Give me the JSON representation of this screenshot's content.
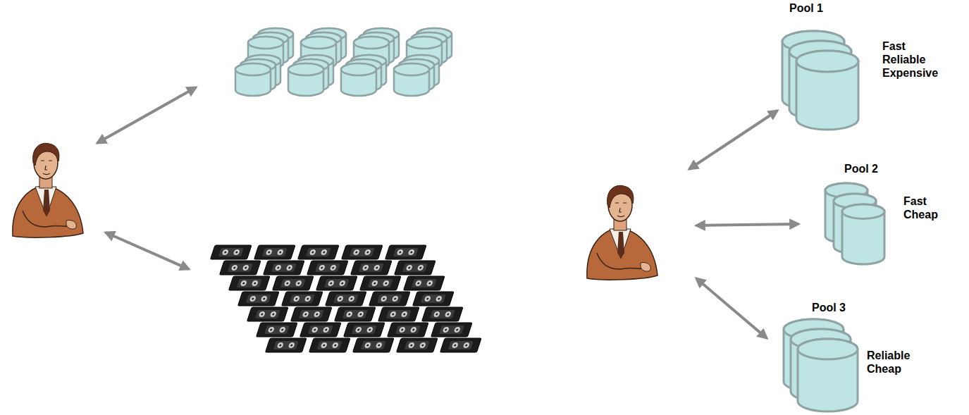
{
  "diagram": {
    "nodes": [
      {
        "text": [
          "Pool 1",
          "Fast Reliable Expensive"
        ]
      },
      {
        "text": [
          "Pool 2",
          "Fast Cheap"
        ]
      },
      {
        "text": [
          "Pool 3",
          "Reliable Cheap"
        ]
      }
    ]
  }
}
